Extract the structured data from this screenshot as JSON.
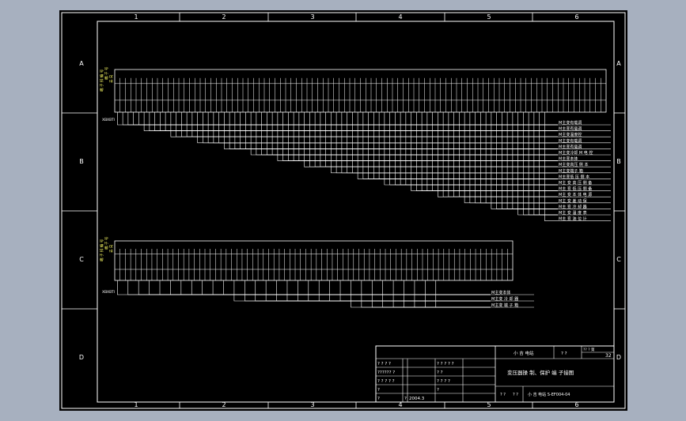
{
  "drawing": {
    "columns": [
      "1",
      "2",
      "3",
      "4",
      "5",
      "6"
    ],
    "rows": [
      "A",
      "B",
      "C",
      "D"
    ]
  },
  "title_block": {
    "company": "小 吉 电站",
    "company_mark": "? ?",
    "title": "变压器操 制、保护 端 子接图",
    "drawing_no": "小 吉 电站 S-EF004-04",
    "stage_label": "? ?",
    "scale_label": "? ?",
    "page_label": "?? ? 第",
    "page_no": "32",
    "date": "2004.3",
    "left_rows": [
      [
        "? ? ? ?",
        "",
        "",
        "? ? ? ? ?"
      ],
      [
        "?????? ?",
        "",
        "",
        "? ?"
      ],
      [
        "? ? ? ? ?",
        "",
        "",
        "? ? ? ?"
      ],
      [
        "?",
        "",
        "",
        "?"
      ],
      [
        "?",
        "?",
        "2004.3",
        ""
      ]
    ]
  },
  "terminal_strip_1": {
    "header": [
      "端 子 排 编 号",
      "端 子 号",
      "去 向"
    ],
    "side_labels": [
      "XB",
      "XB",
      "Tl"
    ]
  },
  "terminal_strip_2": {
    "header": [
      "端 子 排 编 号",
      "端 子 号",
      "去 向"
    ],
    "side_labels": [
      "XB",
      "XB",
      "Tl"
    ]
  },
  "cable_labels_1": [
    "M主变有载调",
    "M主变有载调",
    "M主变温度控",
    "M主变有载调",
    "M主变有载调",
    "M主变冷却 M 电 控",
    "M主变本体",
    "M主变高压 侧 本",
    "M主变端子 箱",
    "M主变低 压 侧 本",
    "M主 变 高 压 侧 备",
    "M主 变 低 压 侧 备",
    "M主 变 本 体 电 源",
    "M主 变 差 动 保",
    "M主 变 冷 却 器",
    "M主 变 温 度 表",
    "M主 变 油 位 计"
  ],
  "cable_labels_2": [
    "M主变本体",
    "M主变 冷 却 器",
    "M主变 端 子 箱"
  ]
}
